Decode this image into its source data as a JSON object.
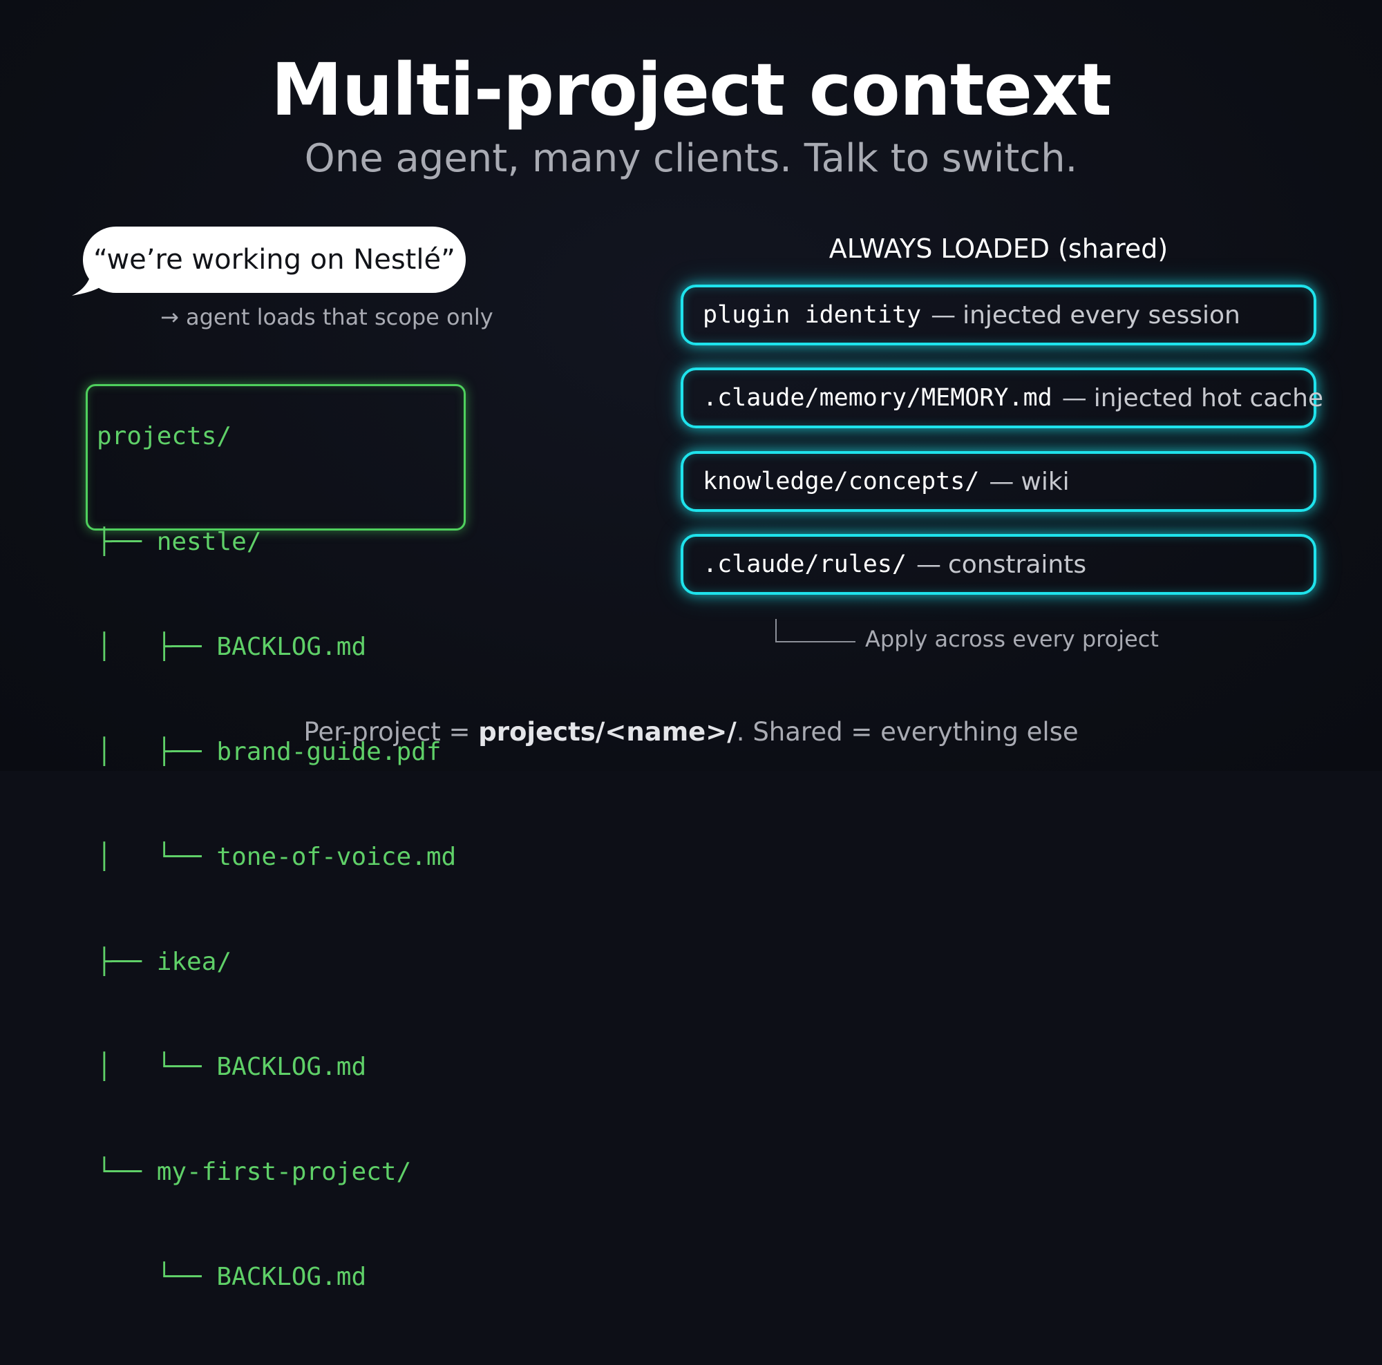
{
  "header": {
    "title": "Multi-project context",
    "subtitle": "One agent, many clients. Talk to switch."
  },
  "bubble": {
    "text": "“we’re working on Nestlé”",
    "note": "→ agent loads that scope only"
  },
  "tree": {
    "lines": [
      "projects/",
      "├── nestle/",
      "│   ├── BACKLOG.md",
      "│   ├── brand-guide.pdf",
      "│   └── tone-of-voice.md",
      "├── ikea/",
      "│   └── BACKLOG.md",
      "└── my-first-project/",
      "    └── BACKLOG.md"
    ],
    "highlighted_folder": "nestle/"
  },
  "shared_panel": {
    "heading": "ALWAYS LOADED (shared)",
    "separator": "—",
    "items": [
      {
        "code": "plugin identity",
        "desc": "injected every session"
      },
      {
        "code": ".claude/memory/MEMORY.md",
        "desc": "injected hot cache"
      },
      {
        "code": "knowledge/concepts/",
        "desc": "wiki"
      },
      {
        "code": ".claude/rules/",
        "desc": "constraints"
      }
    ],
    "note": "Apply across every project"
  },
  "footer": {
    "prefix": "Per-project = ",
    "bold": "projects/<name>/",
    "suffix": ". Shared = everything else"
  },
  "colors": {
    "background": "#0d0f17",
    "tree_green": "#5fd068",
    "highlight_green": "#4fd05d",
    "card_cyan": "#1fe3ec",
    "muted_text": "#a9abb3"
  }
}
